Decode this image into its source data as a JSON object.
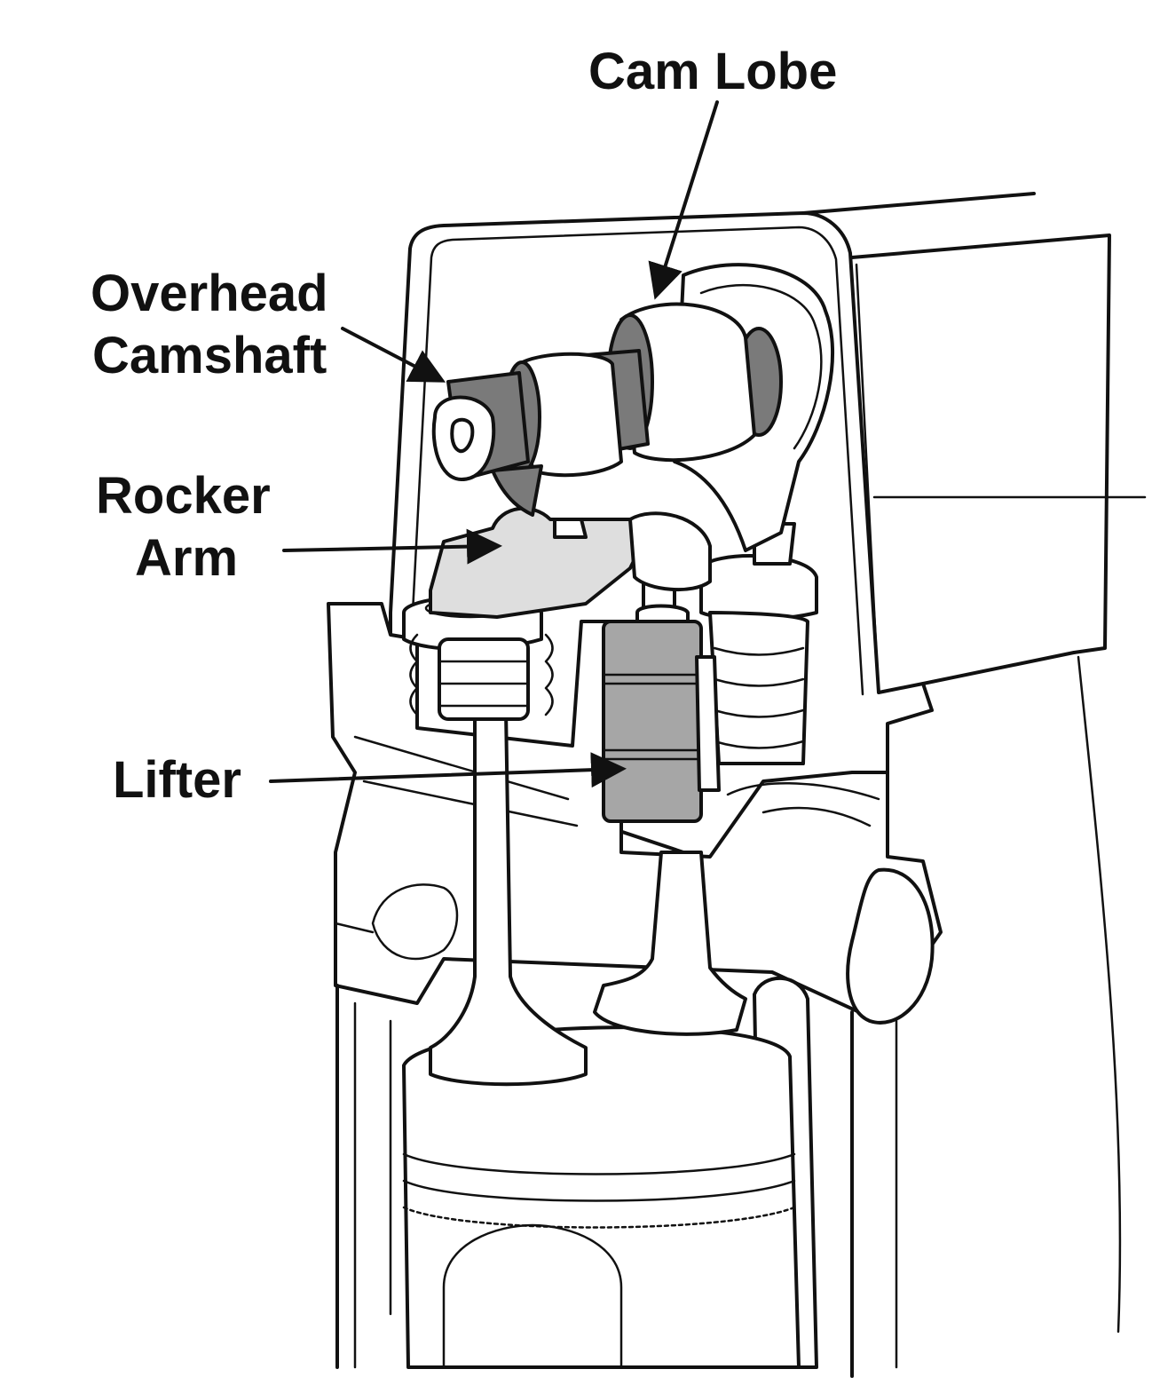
{
  "labels": {
    "cam_lobe": "Cam Lobe",
    "overhead_camshaft_line1": "Overhead",
    "overhead_camshaft_line2": "Camshaft",
    "rocker_arm_line1": "Rocker",
    "rocker_arm_line2": "Arm",
    "lifter": "Lifter"
  },
  "colors": {
    "line": "#111111",
    "camshaft_dark": "#7a7a7a",
    "lifter_gray": "#a6a6a6",
    "rocker_light": "#dedede",
    "background": "#ffffff"
  }
}
